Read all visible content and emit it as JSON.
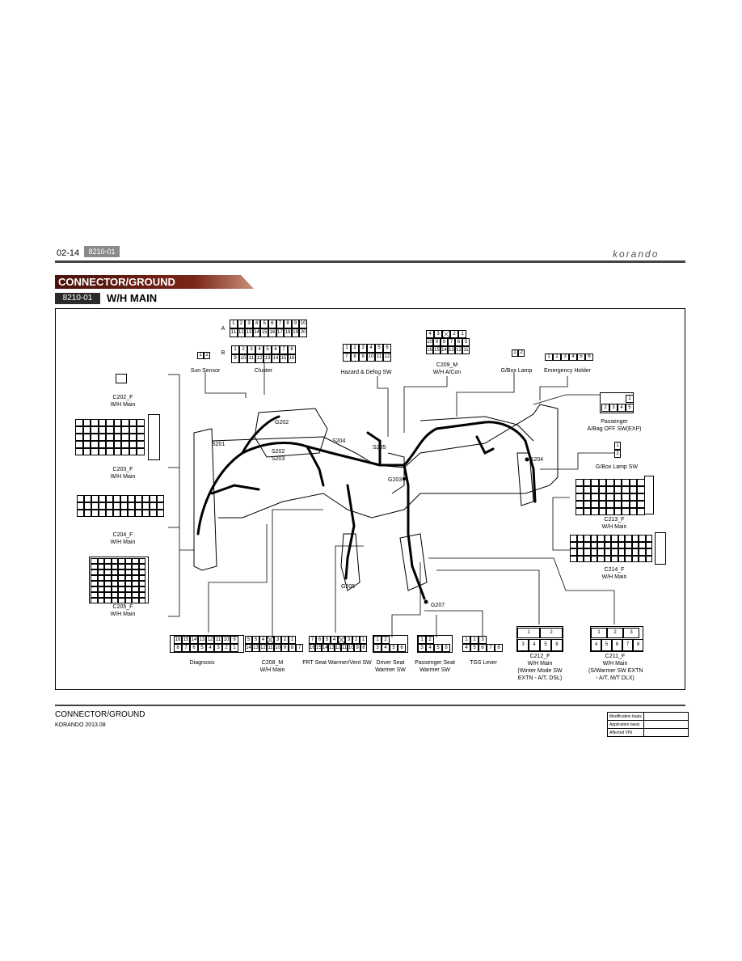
{
  "header": {
    "page_number": "02-14",
    "section_code": "8210-01",
    "brand": "KORANDO"
  },
  "banner": {
    "title": "CONNECTOR/GROUND",
    "color": "#6b1a12"
  },
  "section": {
    "code": "8210-01",
    "title": "W/H MAIN"
  },
  "connectors": {
    "c202": {
      "name": "C202_F",
      "sub": "W/H Main"
    },
    "c203": {
      "name": "C203_F",
      "sub": "W/H Main"
    },
    "c204": {
      "name": "C204_F",
      "sub": "W/H Main"
    },
    "c205": {
      "name": "C205_F",
      "sub": "W/H Main"
    },
    "sun_sensor": {
      "name": "Sun Sensor"
    },
    "cluster": {
      "name": "Cluster",
      "row_a": "A",
      "row_b": "B"
    },
    "hazard": {
      "name": "Hazard & Defog SW"
    },
    "c209": {
      "name": "C209_M",
      "sub": "W/H A/Con"
    },
    "gbox_lamp": {
      "name": "G/Box Lamp"
    },
    "emergency": {
      "name": "Emergency Holder"
    },
    "passenger_airbag": {
      "name": "Passenger",
      "sub": "A/Bag OFF SW(EXP)"
    },
    "gbox_lamp_sw": {
      "name": "G/Box Lamp SW"
    },
    "c213": {
      "name": "C213_F",
      "sub": "W/H Main"
    },
    "c214": {
      "name": "C214_F",
      "sub": "W/H Main"
    },
    "diagnosis": {
      "name": "Diagnosis"
    },
    "c208": {
      "name": "C208_M",
      "sub": "W/H Main"
    },
    "frt_seat": {
      "name": "FRT Seat Warmer/Vent SW"
    },
    "driver_seat": {
      "name": "Driver Seat",
      "sub": "Warmer SW"
    },
    "pass_seat": {
      "name": "Passenger Seat",
      "sub": "Warmer SW"
    },
    "tgs": {
      "name": "TGS Lever"
    },
    "c212": {
      "name": "C212_F",
      "sub": "W/H Main",
      "note1": "(Winter Mode SW",
      "note2": "EXTN - A/T, DSL)"
    },
    "c211": {
      "name": "C211_F",
      "sub": "W/H Main",
      "note1": "(S/Warmer SW EXTN",
      "note2": "- A/T, M/T DLX)"
    }
  },
  "harness_labels": {
    "s201": "S201",
    "g202": "G202",
    "s202": "S202",
    "s203": "S203",
    "s204": "S204",
    "s205": "S205",
    "g203": "G203",
    "g204": "G204",
    "g205": "G205",
    "g207": "G207"
  },
  "pins": {
    "cluster_a": [
      "1",
      "2",
      "3",
      "4",
      "5",
      "6",
      "7",
      "8",
      "9",
      "10",
      "11",
      "12",
      "13",
      "14",
      "15",
      "16",
      "17",
      "18",
      "19",
      "20"
    ],
    "cluster_b": [
      "1",
      "2",
      "3",
      "4",
      "5",
      "6",
      "7",
      "8",
      "9",
      "10",
      "11",
      "12",
      "13",
      "14",
      "15",
      "16"
    ],
    "hazard": [
      "1",
      "2",
      "3",
      "4",
      "5",
      "6",
      "7",
      "8",
      "9",
      "10",
      "11",
      "12"
    ],
    "c209_top": [
      "4",
      "3",
      "",
      "2",
      "1"
    ],
    "c209_mid": [
      "10",
      "9",
      "8",
      "7",
      "6",
      "5"
    ],
    "c209_bot": [
      "16",
      "15",
      "14",
      "13",
      "12",
      "11"
    ],
    "emergency": [
      "1",
      "2",
      "3",
      "4",
      "5",
      "6"
    ],
    "diagnosis_top": [
      "16",
      "15",
      "14",
      "13",
      "12",
      "11",
      "10",
      "9"
    ],
    "diagnosis_bot": [
      "8",
      "7",
      "6",
      "5",
      "4",
      "3",
      "2",
      "1"
    ],
    "c208_top": [
      "5",
      "5",
      "4",
      "",
      "3",
      "2",
      "1"
    ],
    "c208_bot": [
      "14",
      "13",
      "12",
      "11",
      "10",
      "9",
      "8",
      "7"
    ],
    "frt_top": [
      "7",
      "6",
      "5",
      "4",
      "",
      "3",
      "2",
      "1"
    ],
    "frt_bot": [
      "16",
      "15",
      "14",
      "13",
      "12",
      "11",
      "10",
      "9",
      "8"
    ],
    "seat_top": [
      "1",
      "2"
    ],
    "seat_bot": [
      "3",
      "4",
      "5",
      "6"
    ],
    "tgs_top": [
      "1",
      "2",
      "3"
    ],
    "tgs_bot": [
      "4",
      "5",
      "6",
      "7",
      "8"
    ],
    "c212_top": [
      "1",
      "2"
    ],
    "c212_bot": [
      "3",
      "4",
      "5",
      "6"
    ],
    "c211_top": [
      "1",
      "2",
      "3"
    ],
    "c211_bot": [
      "4",
      "5",
      "6",
      "7",
      "8"
    ],
    "airbag_top": [
      "1"
    ],
    "airbag_bot": [
      "2",
      "3",
      "4",
      "5"
    ],
    "gbox_lamp_sw": [
      "1",
      "2"
    ],
    "sun_sensor": [
      "1",
      "2"
    ],
    "gbox_lamp": [
      "1",
      "2"
    ]
  },
  "footer": {
    "title": "CONNECTOR/GROUND",
    "date": "KORANDO 2013.08",
    "modification_label": "Modification basis",
    "application_label": "Application basis",
    "vin_label": "Affected VIN",
    "modification_value": "",
    "application_value": "",
    "vin_value": ""
  }
}
